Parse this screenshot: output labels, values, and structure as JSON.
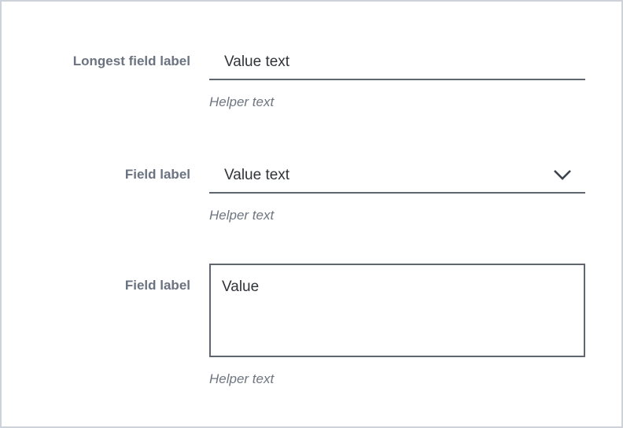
{
  "form": {
    "fields": [
      {
        "type": "text-input",
        "label": "Longest field label",
        "value": "Value text",
        "helper": "Helper text"
      },
      {
        "type": "dropdown",
        "label": "Field label",
        "value": "Value text",
        "helper": "Helper text",
        "icon": "chevron-down-icon"
      },
      {
        "type": "textarea",
        "label": "Field label",
        "value": "Value",
        "helper": "Helper text"
      }
    ]
  },
  "colors": {
    "background": "#ffffff",
    "page_border": "#ced3da",
    "label_text": "#6b7380",
    "value_text": "#303338",
    "control_border": "#5f6670",
    "helper_text": "#6e7681",
    "chevron": "#3c434d"
  }
}
